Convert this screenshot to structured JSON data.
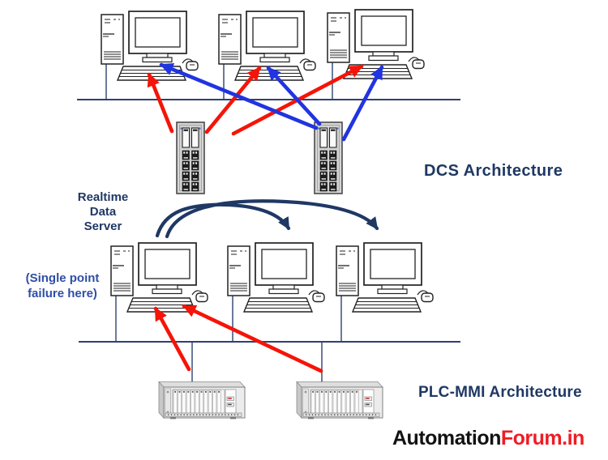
{
  "labels": {
    "realtime_data_server": "Realtime\nData\nServer",
    "single_point_failure": "(Single point\nfailure here)",
    "dcs_architecture": "DCS Architecture",
    "plc_mmi_architecture": "PLC-MMI Architecture"
  },
  "brand": {
    "name_black": "Automation",
    "name_red": "Forum.in"
  },
  "colors": {
    "red_arrow": "#f51408",
    "blue_arrow": "#2134e0",
    "flow_arc": "#1f3864",
    "navy_ink": "#1f3864",
    "bus_line": "#2e4070",
    "single_blue": "#2f4da8",
    "brand_black": "#121212",
    "brand_red": "#ee1c25"
  }
}
